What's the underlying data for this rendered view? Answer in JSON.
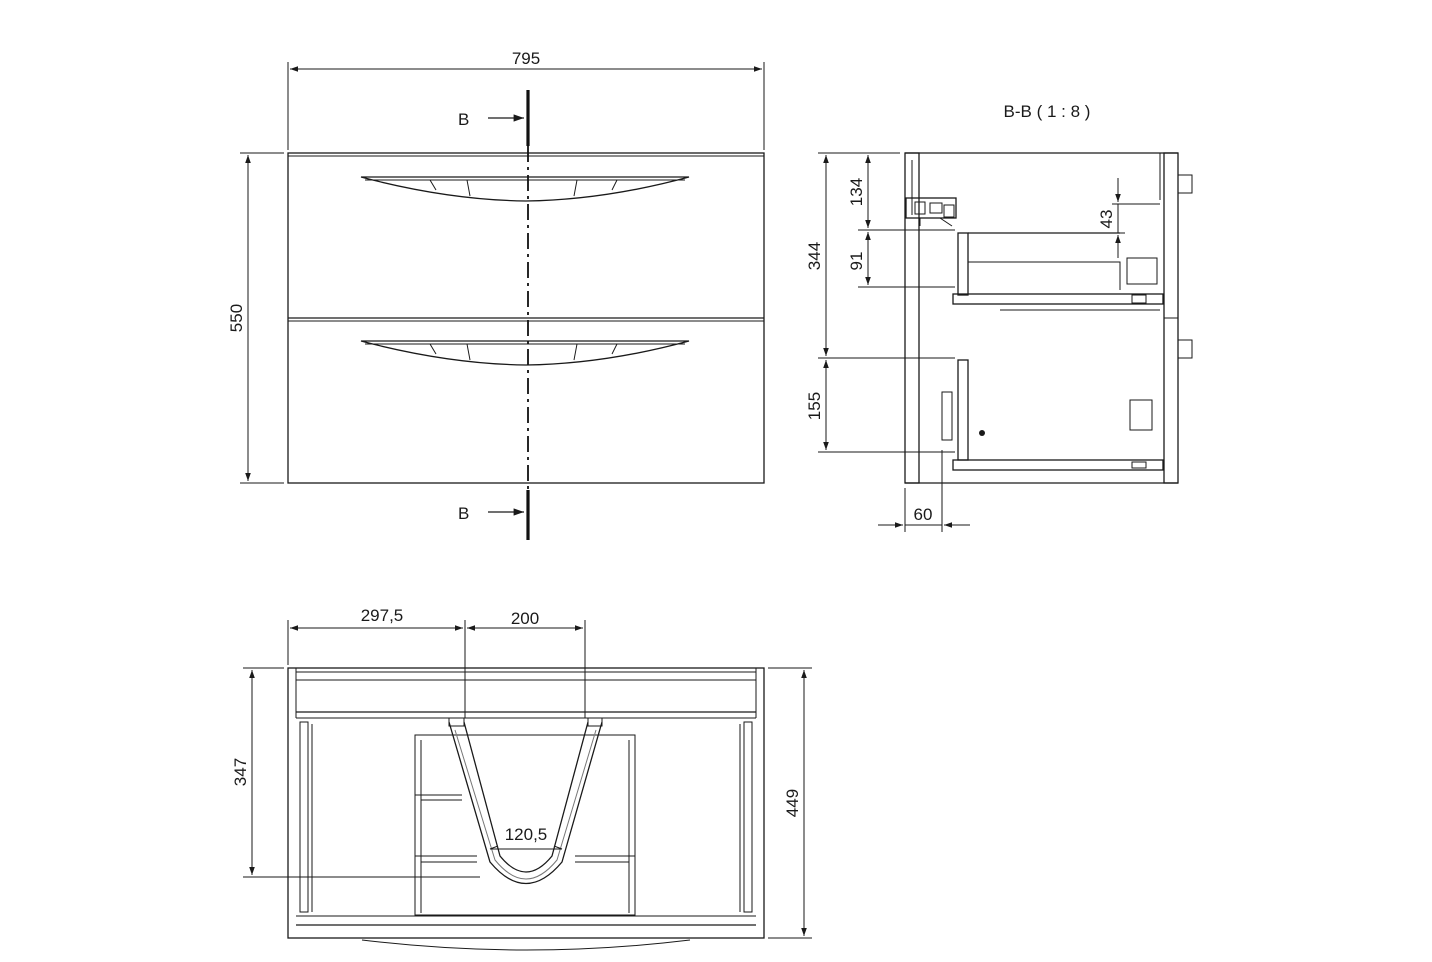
{
  "section_title": "B-B ( 1 : 8 )",
  "section_marker": "B",
  "front_view": {
    "width_label": "795",
    "height_label": "550"
  },
  "side_section": {
    "dim_134": "134",
    "dim_43": "43",
    "dim_344": "344",
    "dim_91": "91",
    "dim_155": "155",
    "dim_60": "60"
  },
  "top_view": {
    "dim_297_5": "297,5",
    "dim_200": "200",
    "dim_347": "347",
    "dim_449": "449",
    "dim_120_5": "120,5"
  }
}
